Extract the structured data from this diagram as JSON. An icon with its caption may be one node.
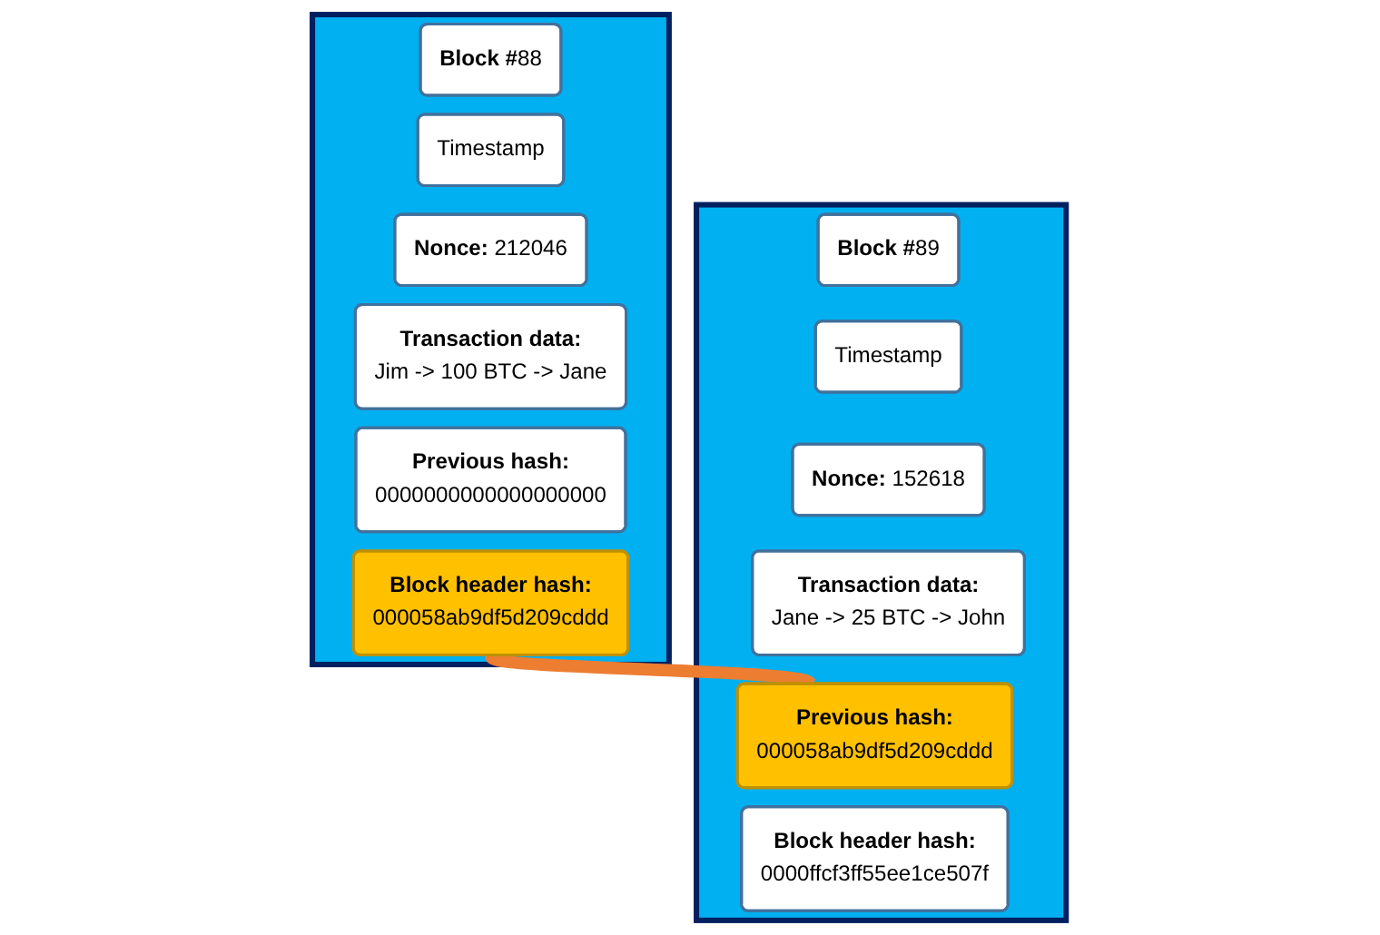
{
  "diagram": {
    "nodes": [
      {
        "text": [],
        "shape": "box"
      },
      {
        "text": [
          "**Block #**88"
        ],
        "in": 0
      },
      {
        "text": [
          "Timestamp"
        ],
        "in": 0
      },
      {
        "text": [
          "**Nonce:** 212046"
        ],
        "in": 0
      },
      {
        "text": [
          "Transaction data:",
          "Jim -> 100 BTC -> Jane"
        ],
        "in": 0
      },
      {
        "text": [
          "Previous hash:",
          "0000000000000000000"
        ],
        "in": 0
      },
      {
        "text": [
          "Block header hash:",
          "000058ab9df5d209cddd"
        ],
        "in": 0
      },
      {
        "text": [],
        "shape": "box"
      },
      {
        "text": [
          "**Block #**89"
        ],
        "in": 7
      },
      {
        "text": [
          "Timestamp"
        ],
        "in": 7
      },
      {
        "text": [
          "**Nonce:** 152618"
        ],
        "in": 7
      },
      {
        "text": [
          "Transaction data:",
          "Jane -> 25 BTC -> John"
        ],
        "in": 7
      },
      {
        "text": [
          "Previous hash:",
          "000058ab9df5d209cddd"
        ],
        "in": 7
      },
      {
        "text": [
          "Block header hash:",
          "0000ffcf3ff55ee1ce507f"
        ],
        "in": 7
      }
    ],
    "edges": [
      {
        "from": 6,
        "to": 12,
        "arrow": "none",
        "color": "#ed7d31"
      }
    ]
  }
}
